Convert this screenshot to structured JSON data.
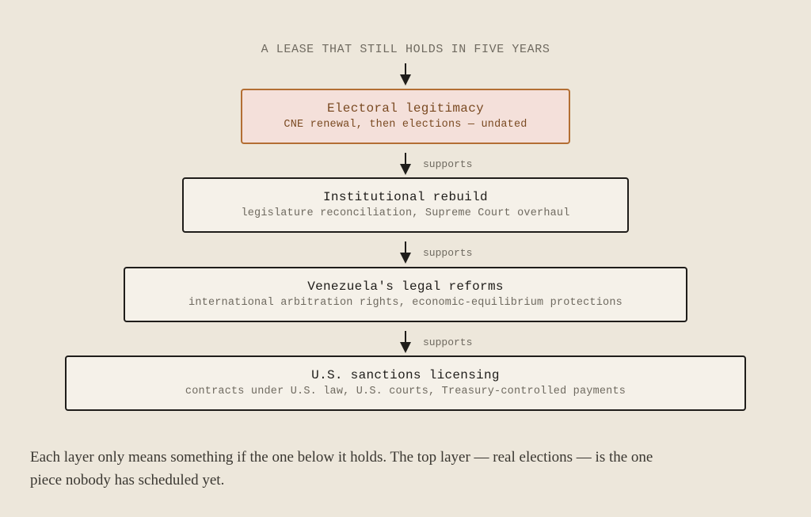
{
  "diagram": {
    "top_label": "A LEASE THAT STILL HOLDS IN FIVE YEARS",
    "connector_label": "supports",
    "layers": [
      {
        "title": "Electoral legitimacy",
        "subtitle": "CNE renewal, then elections — undated",
        "highlighted": true
      },
      {
        "title": "Institutional rebuild",
        "subtitle": "legislature reconciliation, Supreme Court overhaul",
        "highlighted": false
      },
      {
        "title": "Venezuela's legal reforms",
        "subtitle": "international arbitration rights, economic-equilibrium protections",
        "highlighted": false
      },
      {
        "title": "U.S. sanctions licensing",
        "subtitle": "contracts under U.S. law, U.S. courts, Treasury-controlled payments",
        "highlighted": false
      }
    ],
    "colors": {
      "background": "#ede7db",
      "highlight_fill": "#f4e0da",
      "highlight_border": "#b36e33",
      "box_fill": "#f5f1e9",
      "box_border": "#1f1d1a"
    }
  },
  "caption": "Each layer only means something if the one below it holds. The top layer — real elections — is the one piece nobody has scheduled yet."
}
